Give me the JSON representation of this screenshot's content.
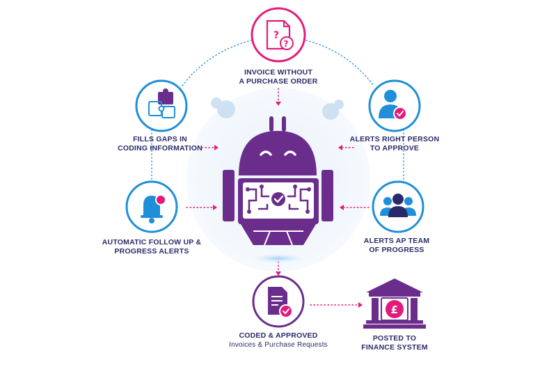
{
  "nodes": {
    "invoice": {
      "line1": "INVOICE WITHOUT",
      "line2": "A PURCHASE ORDER"
    },
    "fills_gaps": {
      "line1": "FILLS GAPS IN",
      "line2": "CODING INFORMATION"
    },
    "alerts_right": {
      "line1": "ALERTS RIGHT PERSON",
      "line2": "TO APPROVE"
    },
    "follow_up": {
      "line1": "AUTOMATIC FOLLOW UP &",
      "line2": "PROGRESS ALERTS"
    },
    "alerts_ap": {
      "line1": "ALERTS AP TEAM",
      "line2": "OF PROGRESS"
    },
    "coded": {
      "line1": "CODED & APPROVED",
      "line2": "Invoices & Purchase Requests"
    },
    "posted": {
      "line1": "POSTED TO",
      "line2": "FINANCE SYSTEM"
    }
  },
  "colors": {
    "magenta": "#e5197a",
    "purple": "#6a2d8c",
    "blue": "#1e8fd8",
    "navy": "#2a2a6a",
    "light_blue": "#dfeefb"
  },
  "icons": {
    "invoice": "question-document-icon",
    "fills_gaps": "puzzle-icon",
    "alerts_right": "user-check-icon",
    "follow_up": "bell-alert-icon",
    "alerts_ap": "team-icon",
    "coded": "approved-document-icon",
    "posted": "bank-pound-icon",
    "center": "robot-icon"
  }
}
